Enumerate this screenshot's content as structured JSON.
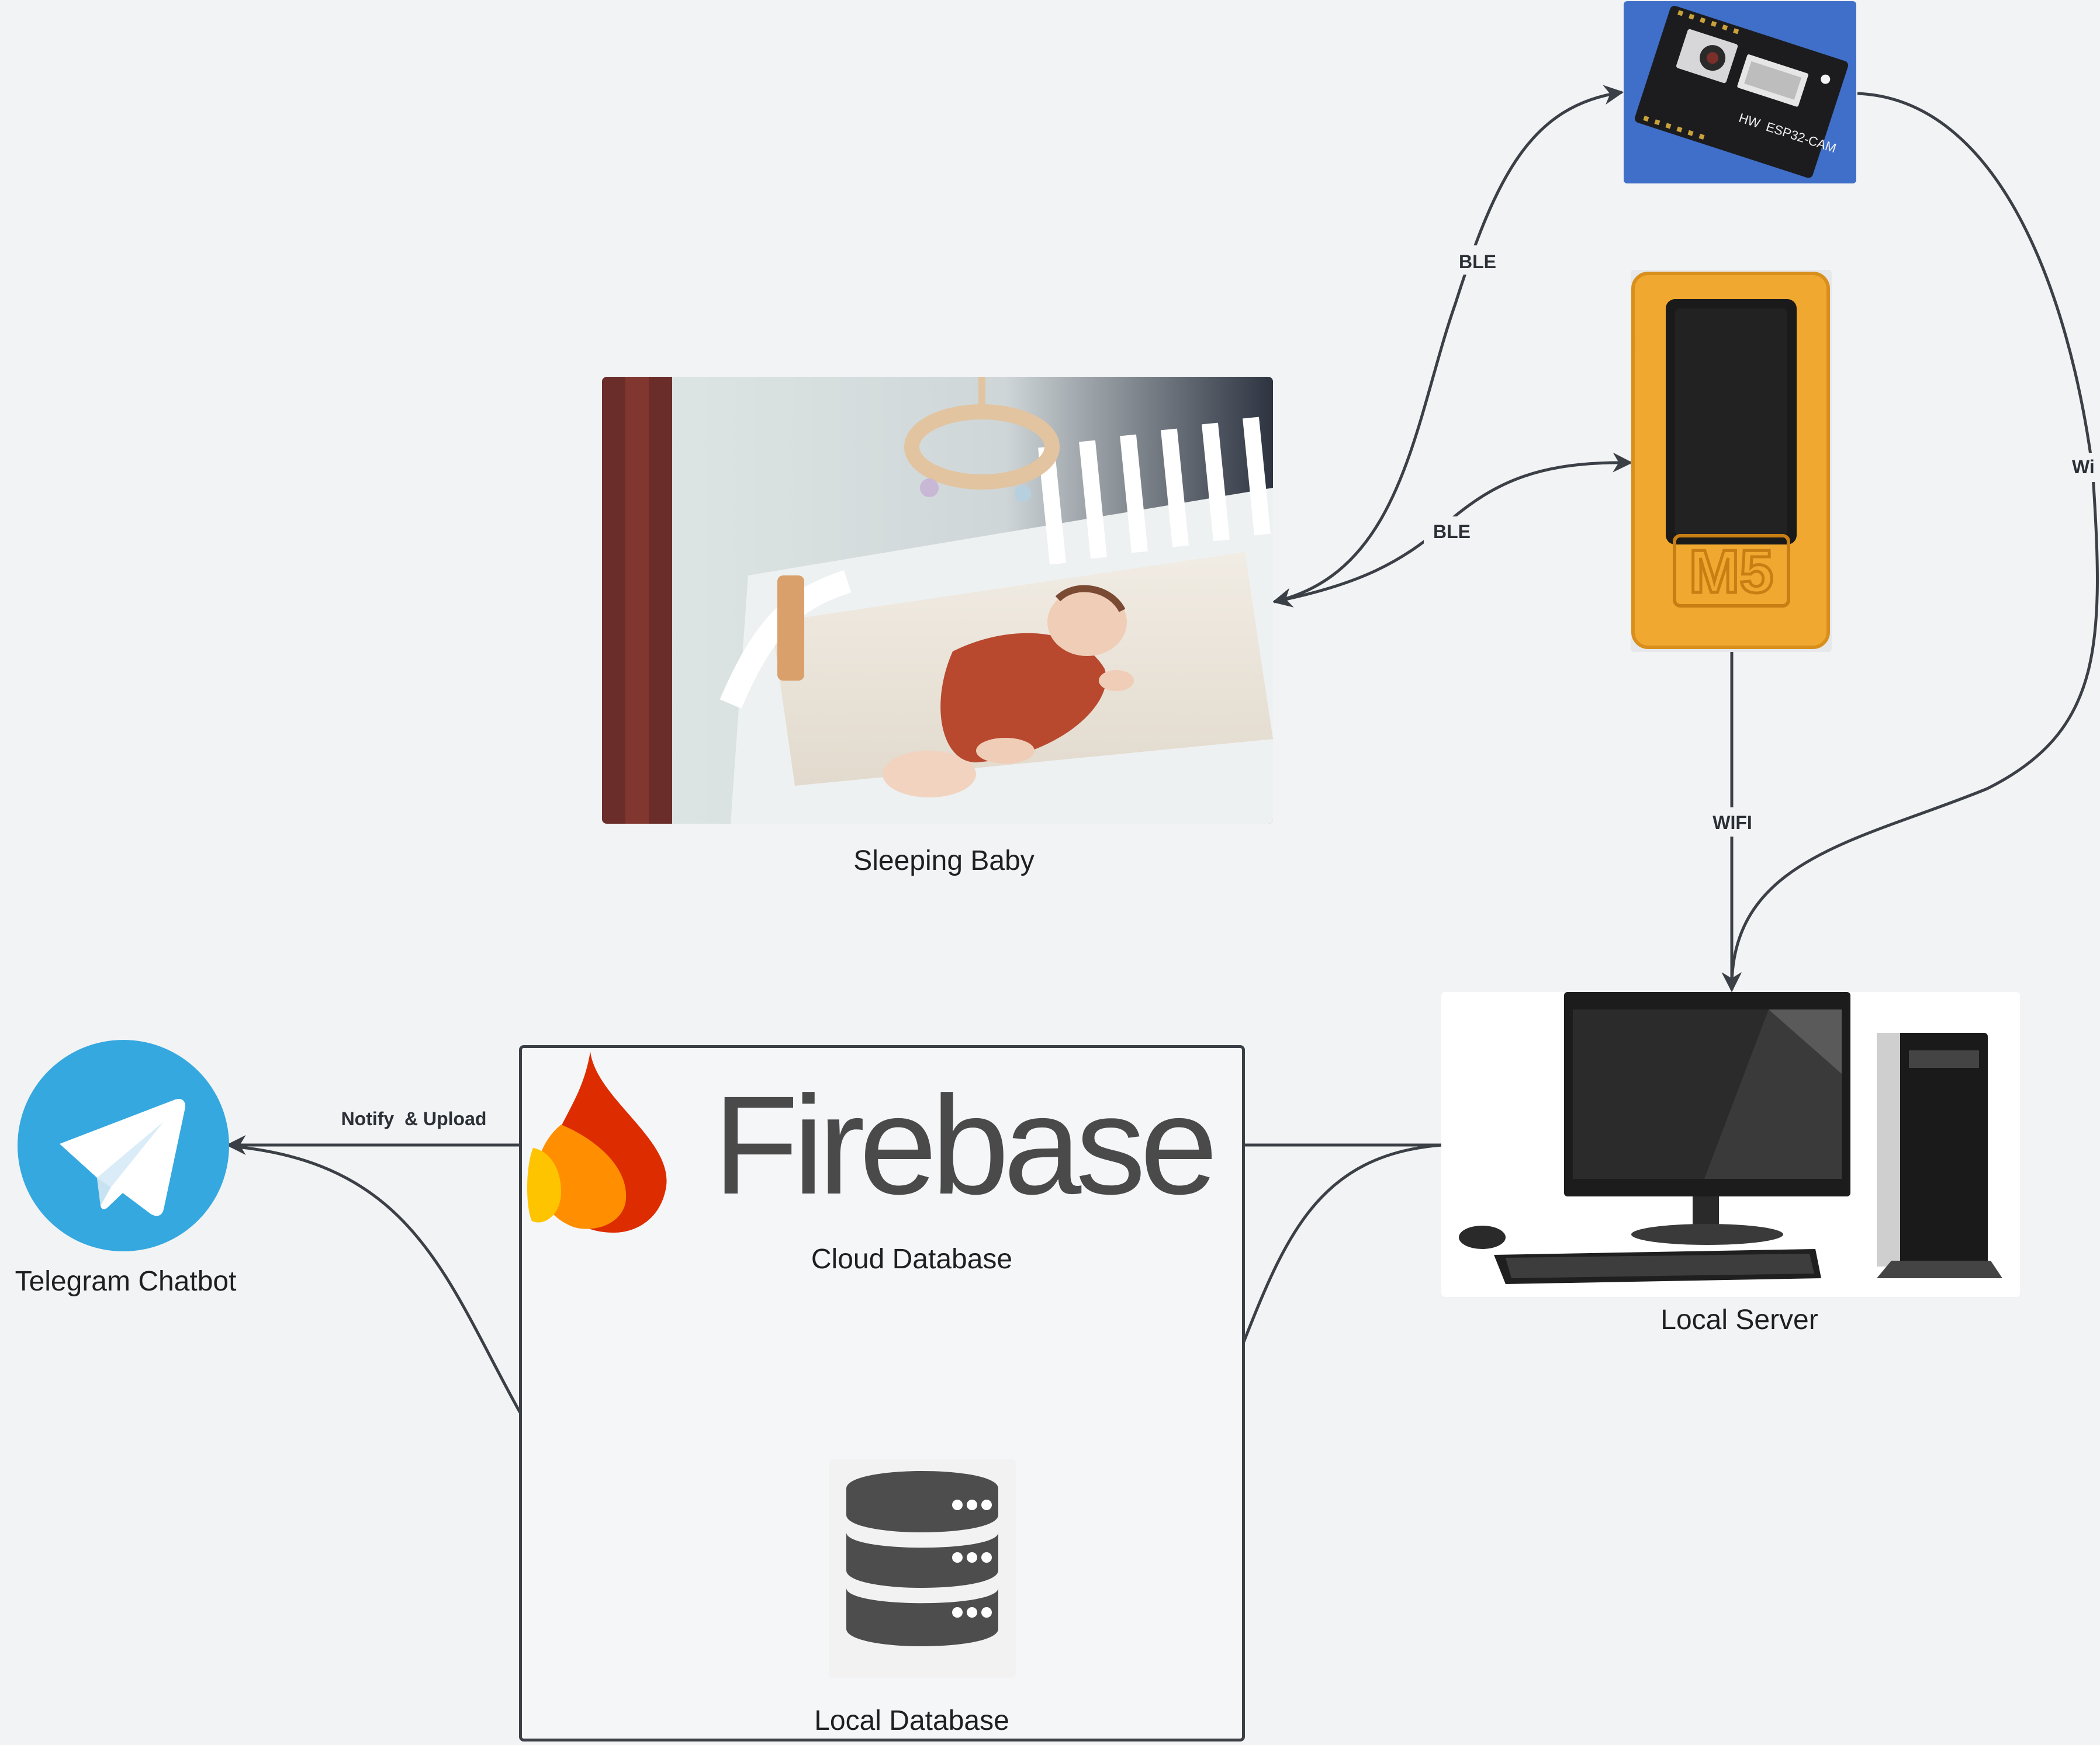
{
  "nodes": {
    "esp32": {
      "label": "ESP32-CAM",
      "silkscreen": "HW  ESP32-CAM"
    },
    "m5": {
      "logo": "M5"
    },
    "baby": {
      "label": "Sleeping Baby"
    },
    "server": {
      "label": "Local Server"
    },
    "firebase": {
      "brand": "Firebase",
      "label": "Cloud Database"
    },
    "local_db": {
      "label": "Local Database"
    },
    "telegram": {
      "label": "Telegram Chatbot"
    }
  },
  "edges": {
    "baby_esp32": "BLE",
    "baby_m5": "BLE",
    "m5_server": "WIFI",
    "esp32_server": "Wi",
    "firebase_telegram": "Notify  & Upload"
  },
  "colors": {
    "background": "#f2f3f5",
    "edge": "#3b3f46",
    "telegram": "#35a8e0",
    "m5_case": "#f0a830",
    "esp32_bg": "#3f6fc8",
    "firebase_red": "#dd2c00",
    "firebase_orange": "#ff8f00",
    "firebase_yellow": "#ffc400"
  }
}
